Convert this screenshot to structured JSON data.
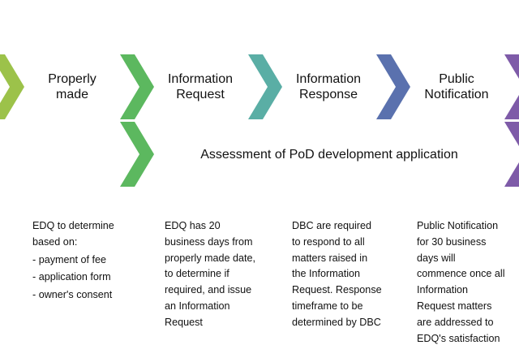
{
  "colors": {
    "yellow_green": "#9cc24a",
    "green": "#5cb85f",
    "teal": "#5aaea5",
    "blue": "#5a71ae",
    "purple": "#7e5ba8"
  },
  "steps": [
    {
      "label_1": "Properly",
      "label_2": "made"
    },
    {
      "label_1": "Information",
      "label_2": "Request"
    },
    {
      "label_1": "Information",
      "label_2": "Response"
    },
    {
      "label_1": "Public",
      "label_2": "Notification"
    }
  ],
  "assessment_label": "Assessment of PoD development application",
  "descriptions": {
    "properly_made": {
      "intro_1": "EDQ to determine",
      "intro_2": "based on:",
      "bullets": [
        "- payment of fee",
        "- application form",
        "- owner's consent"
      ]
    },
    "information_request": [
      "EDQ has 20",
      "business days from",
      "properly made date,",
      "to determine if",
      "required, and issue",
      "an Information",
      "Request"
    ],
    "information_response": [
      "DBC are required",
      "to respond to all",
      "matters raised in",
      "the Information",
      "Request. Response",
      "timeframe to be",
      "determined by DBC"
    ],
    "public_notification": [
      "Public Notification",
      "for 30 business",
      "days will",
      "commence once all",
      "Information",
      "Request matters",
      "are addressed to",
      "EDQ's satisfaction"
    ]
  }
}
